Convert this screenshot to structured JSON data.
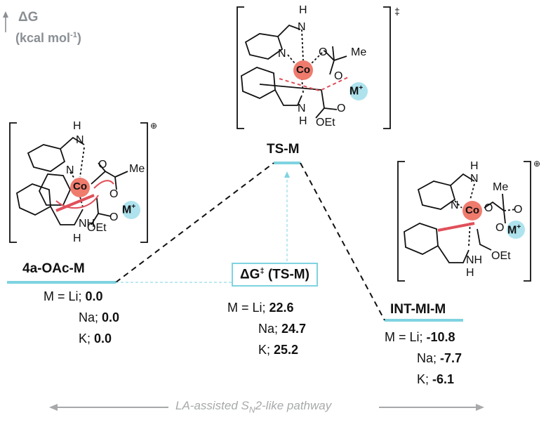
{
  "axis": {
    "symbol": "ΔG",
    "unit": "(kcal mol",
    "unit_sup": "-1",
    "unit_close": ")"
  },
  "states": {
    "reactant": {
      "label": "4a-OAc-M",
      "rows": [
        {
          "prefix": "M = ",
          "metal": "Li; ",
          "value": "0.0"
        },
        {
          "prefix": "",
          "metal": "Na; ",
          "value": "0.0"
        },
        {
          "prefix": "",
          "metal": "K; ",
          "value": "0.0"
        }
      ]
    },
    "ts": {
      "label": "TS-M"
    },
    "product": {
      "label": "INT-MI-M",
      "rows": [
        {
          "prefix": "M = ",
          "metal": "Li; ",
          "value": "-10.8"
        },
        {
          "prefix": "",
          "metal": "Na; ",
          "value": "-7.7"
        },
        {
          "prefix": "",
          "metal": "K; ",
          "value": "-6.1"
        }
      ]
    }
  },
  "barrier_box": {
    "symbol": "ΔG",
    "sup": "‡",
    "label": " (TS-M)"
  },
  "barrier_rows": [
    {
      "prefix": "M = ",
      "metal": "Li; ",
      "value": "22.6"
    },
    {
      "prefix": "",
      "metal": "Na; ",
      "value": "24.7"
    },
    {
      "prefix": "",
      "metal": "K; ",
      "value": "25.2"
    }
  ],
  "structure_text": {
    "metal_center": "Co",
    "cation": "M",
    "cation_sup": "+",
    "nh": "NH",
    "n": "N",
    "h": "H",
    "o": "O",
    "me": "Me",
    "oet": "OEt",
    "charge_symbol": "⊕",
    "ts_symbol": "‡"
  },
  "pathway": {
    "text_main": "LA-assisted S",
    "text_sub": "N",
    "text_tail": "2-like pathway"
  },
  "colors": {
    "level": "#7fd3e0",
    "cobalt": "#ef7b6d",
    "cation": "#aee3ee",
    "dashed_red": "#e0505a",
    "axis_gray": "#8a8f94"
  }
}
